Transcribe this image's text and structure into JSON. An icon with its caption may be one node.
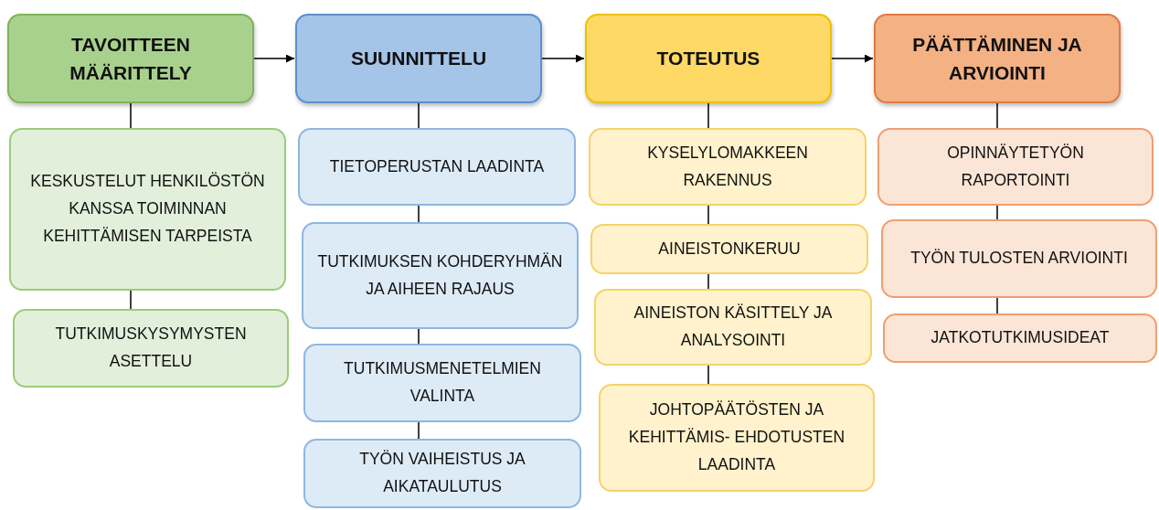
{
  "diagram": {
    "nodes": [
      {
        "text": [
          "TAVOITTEEN MÄÄRITTELY"
        ]
      },
      {
        "text": [
          "SUUNNITTELU"
        ]
      },
      {
        "text": [
          "TOTEUTUS"
        ]
      },
      {
        "text": [
          "PÄÄTTÄMINEN JA ARVIOINTI"
        ]
      },
      {
        "text": [
          "KESKUSTELUT HENKILÖSTÖN KANSSA TOIMINNAN KEHITTÄMISEN TARPEISTA"
        ]
      },
      {
        "text": [
          "TUTKIMUSKYSYMYSTEN ASETTELU"
        ]
      },
      {
        "text": [
          "TIETOPERUSTAN LAADINTA"
        ]
      },
      {
        "text": [
          "TUTKIMUKSEN KOHDERYHMÄN JA AIHEEN RAJAUS"
        ]
      },
      {
        "text": [
          "TUTKIMUSMENETELMIEN VALINTA"
        ]
      },
      {
        "text": [
          "TYÖN VAIHEISTUS JA AIKATAULUTUS"
        ]
      },
      {
        "text": [
          "KYSELYLOMAKKEEN RAKENNUS"
        ]
      },
      {
        "text": [
          "AINEISTONKERUU"
        ]
      },
      {
        "text": [
          "AINEISTON KÄSITTELY JA ANALYSOINTI"
        ]
      },
      {
        "text": [
          "JOHTOPÄÄTÖSTEN JA KEHITTÄMIS- EHDOTUSTEN LAADINTA"
        ]
      },
      {
        "text": [
          "OPINNÄYTETYÖN RAPORTOINTI"
        ]
      },
      {
        "text": [
          "TYÖN TULOSTEN ARVIOINTI"
        ]
      },
      {
        "text": [
          "JATKOTUTKIMUSIDEAT"
        ]
      }
    ],
    "edges": [
      {
        "from": 0,
        "to": 1,
        "arrow": "to"
      },
      {
        "from": 1,
        "to": 2,
        "arrow": "to"
      },
      {
        "from": 2,
        "to": 3,
        "arrow": "to"
      },
      {
        "from": 0,
        "to": 4,
        "arrow": "none"
      },
      {
        "from": 4,
        "to": 5,
        "arrow": "none"
      },
      {
        "from": 1,
        "to": 6,
        "arrow": "none"
      },
      {
        "from": 6,
        "to": 7,
        "arrow": "none"
      },
      {
        "from": 7,
        "to": 8,
        "arrow": "none"
      },
      {
        "from": 8,
        "to": 9,
        "arrow": "none"
      },
      {
        "from": 2,
        "to": 10,
        "arrow": "none"
      },
      {
        "from": 10,
        "to": 11,
        "arrow": "none"
      },
      {
        "from": 11,
        "to": 12,
        "arrow": "none"
      },
      {
        "from": 12,
        "to": 13,
        "arrow": "none"
      },
      {
        "from": 3,
        "to": 14,
        "arrow": "none"
      },
      {
        "from": 14,
        "to": 15,
        "arrow": "none"
      },
      {
        "from": 15,
        "to": 16,
        "arrow": "none"
      }
    ]
  }
}
